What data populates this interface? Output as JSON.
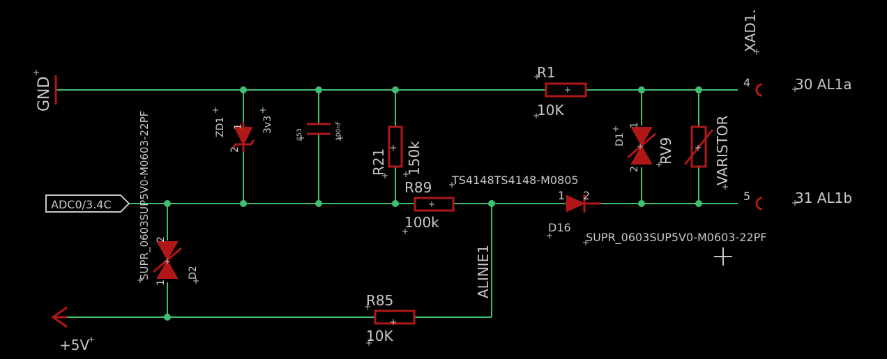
{
  "colors": {
    "background": "#000000",
    "wire": "#3fbf6f",
    "part": "#b01818",
    "text": "#c8c8c8"
  },
  "net_labels": {
    "gnd": "GND",
    "vcc": "+5V",
    "adc": "ADC0/3.4C",
    "alinie": "ALINIE1"
  },
  "connector": {
    "name": "XAD1.",
    "pin_a_number": "4",
    "pin_a_label": "30 AL1a",
    "pin_b_number": "5",
    "pin_b_label": "31 AL1b"
  },
  "components": {
    "zd1": {
      "name": "ZD1",
      "value": "3v3",
      "pin1": "1",
      "pin2": "2"
    },
    "c53": {
      "name": "C53",
      "value": "100nF"
    },
    "r21": {
      "name": "R21",
      "value": "150k"
    },
    "r1": {
      "name": "R1",
      "value": "10K"
    },
    "r89": {
      "name": "R89",
      "value": "100k"
    },
    "r85": {
      "name": "R85",
      "value": "10K"
    },
    "d1": {
      "name": "D1",
      "pin1": "1",
      "pin2": "2"
    },
    "rv9": {
      "name": "RV9",
      "value": "VARISTOR"
    },
    "d16": {
      "name": "D16",
      "value": "TS4148TS4148-M0805",
      "pin1": "1",
      "pin2": "2"
    },
    "d2": {
      "name": "D2",
      "value": "SUPR_0603SUP5V0-M0603-22PF",
      "pin1": "1",
      "pin2": "2"
    },
    "d1_value": "SUPR_0603SUP5V0-M0603-22PF"
  }
}
